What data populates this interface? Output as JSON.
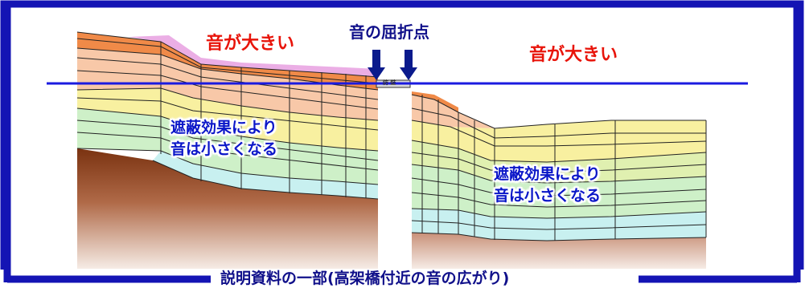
{
  "labels": {
    "loud_left": "音が大きい",
    "loud_right": "音が大きい",
    "refraction_point": "音の屈折点",
    "shield_left": [
      "遮蔽効果により",
      "音は小さくなる"
    ],
    "shield_right": [
      "遮蔽効果により",
      "音は小さくなる"
    ],
    "caption": "説明資料の一部(高架橋付近の音の広がり)",
    "bridge_mark": "防 壁"
  },
  "colors": {
    "frame": "#1414b4",
    "noise_line": "#1a1ae0",
    "arrow": "#0a1a8c",
    "ground_dark": "#7a3210",
    "ground_light": "#f2e4da",
    "band_orange": "#f08a48",
    "band_pink": "#e8a0e0",
    "band_peach": "#f8c8a8",
    "band_yellow": "#f8f0a0",
    "band_green": "#cef0c8",
    "band_cyan": "#c8f0f0"
  }
}
